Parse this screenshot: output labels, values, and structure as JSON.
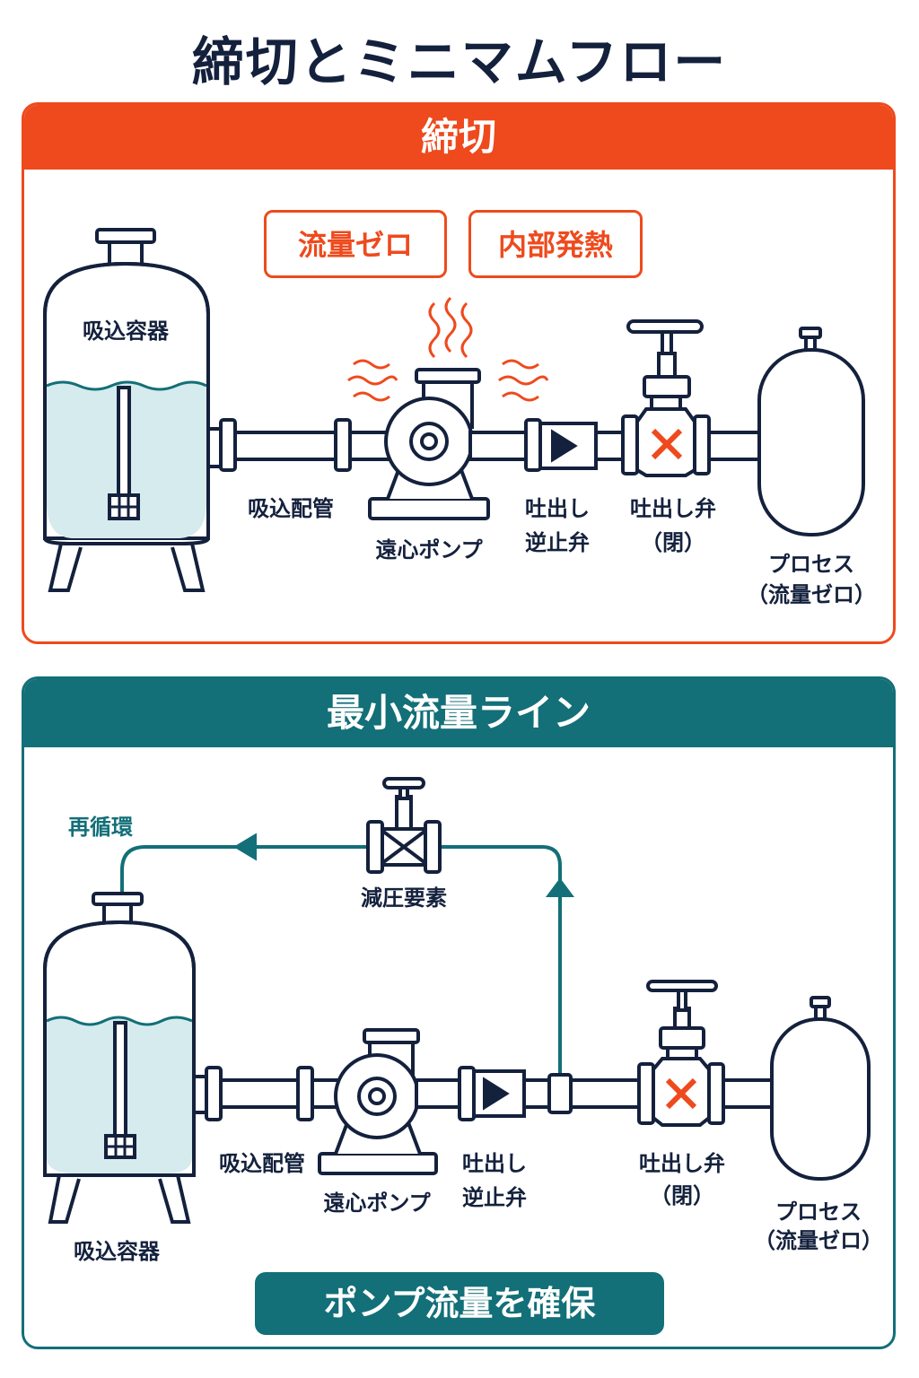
{
  "title": "締切とミニマムフロー",
  "shutoff": {
    "header": "締切",
    "badges": [
      "流量ゼロ",
      "内部発熱"
    ],
    "labels": {
      "suction_vessel": "吸込容器",
      "suction_pipe": "吸込配管",
      "pump": "遠心ポンプ",
      "check_valve_1": "吐出し",
      "check_valve_2": "逆止弁",
      "discharge_valve_1": "吐出し弁",
      "discharge_valve_2": "（閉）",
      "process_1": "プロセス",
      "process_2": "（流量ゼロ）"
    }
  },
  "minflow": {
    "header": "最小流量ライン",
    "recirc": "再循環",
    "labels": {
      "pressure_element": "減圧要素",
      "suction_vessel": "吸込容器",
      "suction_pipe": "吸込配管",
      "pump": "遠心ポンプ",
      "check_valve_1": "吐出し",
      "check_valve_2": "逆止弁",
      "discharge_valve_1": "吐出し弁",
      "discharge_valve_2": "（閉）",
      "process_1": "プロセス",
      "process_2": "（流量ゼロ）"
    },
    "footer": "ポンプ流量を確保"
  },
  "colors": {
    "navy": "#14213d",
    "orange": "#ee4a1d",
    "teal": "#136f78",
    "water": "#d6ebee"
  }
}
